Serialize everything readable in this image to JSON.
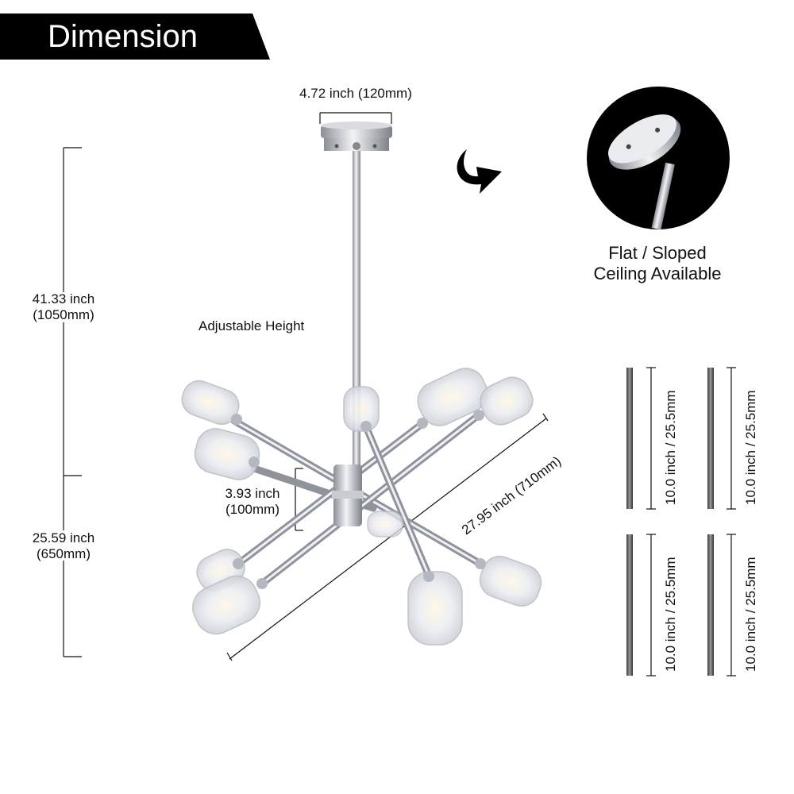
{
  "banner": {
    "title": "Dimension"
  },
  "dimensions": {
    "canopy_width": "4.72 inch (120mm)",
    "total_height_inch": "41.33 inch",
    "total_height_mm": "(1050mm)",
    "body_height_inch": "25.59 inch",
    "body_height_mm": "(650mm)",
    "hub_height_inch": "3.93 inch",
    "hub_height_mm": "(100mm)",
    "width": "27.95 inch (710mm)",
    "adjustable": "Adjustable Height"
  },
  "ceiling": {
    "line1": "Flat / Sloped",
    "line2": "Ceiling Available"
  },
  "rods": [
    {
      "label": "10.0 inch / 25.5mm"
    },
    {
      "label": "10.0 inch / 25.5mm"
    },
    {
      "label": "10.0 inch / 25.5mm"
    },
    {
      "label": "10.0 inch / 25.5mm"
    }
  ],
  "colors": {
    "banner": "#000000",
    "banner_text": "#ffffff",
    "chrome": "#b8bcc4",
    "glass": "#e6e8ec"
  }
}
